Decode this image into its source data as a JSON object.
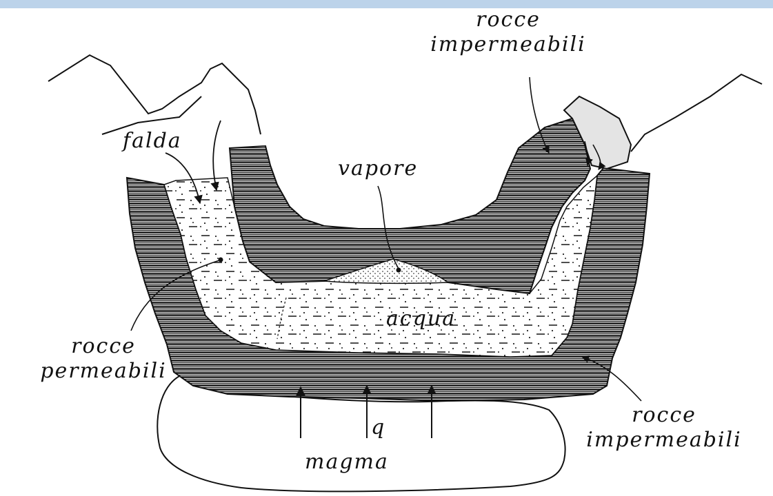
{
  "labels": {
    "top_right": [
      "rocce",
      "impermeabili"
    ],
    "falda": "falda",
    "vapore": "vapore",
    "acqua": "acqua",
    "left": [
      "rocce",
      "permeabili"
    ],
    "bottom_right": [
      "rocce",
      "impermeabili"
    ],
    "q": "q",
    "magma": "magma"
  },
  "colors": {
    "ink": "#111111",
    "hatch": "#1a1a1a",
    "banner": "#bcd3ea",
    "cap_grey": "#e4e4e4"
  }
}
